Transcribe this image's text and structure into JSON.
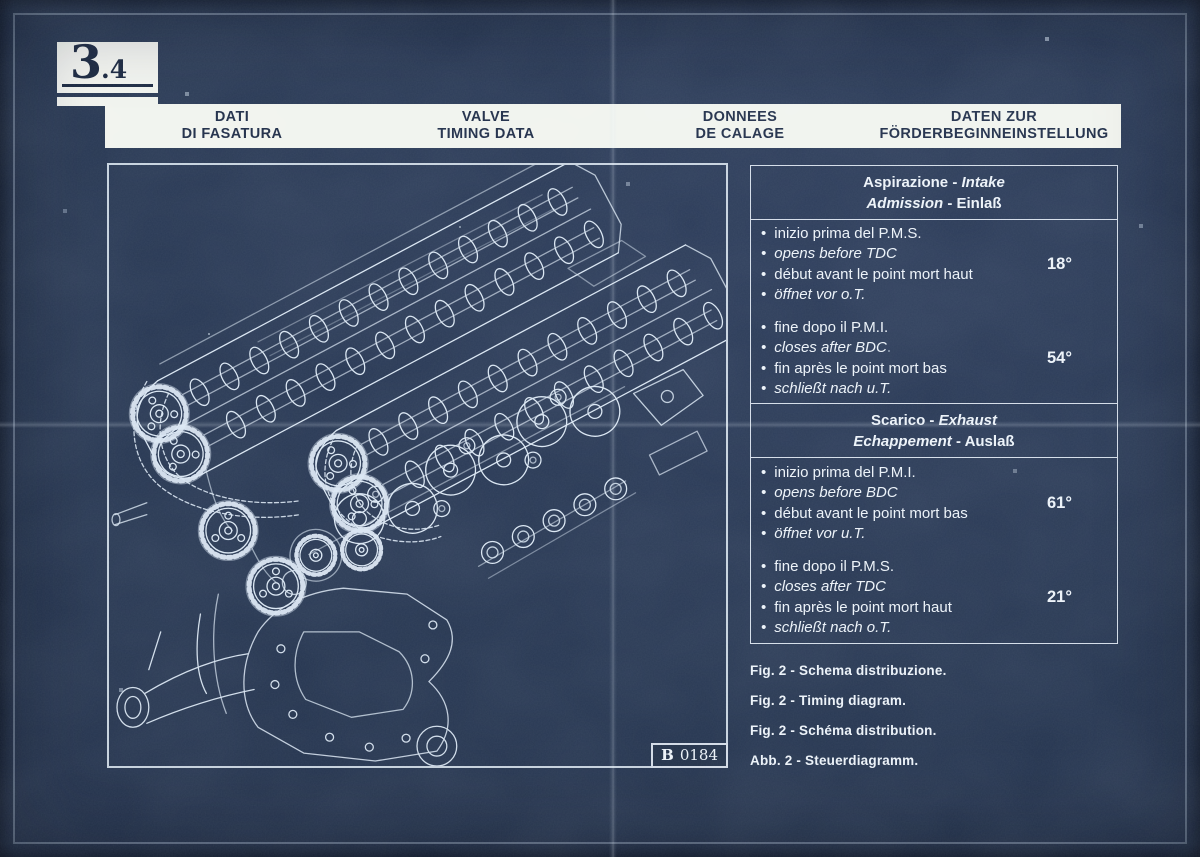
{
  "page_meta": {
    "section_number": "3",
    "section_suffix": ".4"
  },
  "glyphs": {
    "bullet": "•",
    "separator": " - "
  },
  "colors": {
    "paper": "#253550",
    "band_paper": "#f2f4ef",
    "ink": "#1c2a45",
    "line_art": "#dbe7f3",
    "text": "#edf3f9"
  },
  "header_band": {
    "columns": [
      {
        "line1": "DATI",
        "line2": "DI FASATURA"
      },
      {
        "line1": "VALVE",
        "line2": "TIMING DATA"
      },
      {
        "line1": "DONNEES",
        "line2": "DE CALAGE"
      },
      {
        "line1": "DATEN ZUR",
        "line2": "FÖRDERBEGINNEINSTELLUNG"
      }
    ]
  },
  "timing_table": {
    "sections": [
      {
        "name": "intake",
        "header_lines": [
          {
            "left": "Aspirazione",
            "right": "Intake"
          },
          {
            "left": "Admission",
            "right": "Einlaß"
          }
        ],
        "rows": [
          {
            "lines": [
              "inizio prima del P.M.S.",
              "opens before TDC",
              "début avant le point mort haut",
              "öffnet vor o.T."
            ],
            "value": "18°"
          },
          {
            "lines": [
              "fine dopo il P.M.I.",
              "closes after BDC",
              "fin après le point mort bas",
              "schließt nach u.T."
            ],
            "value": "54°"
          }
        ]
      },
      {
        "name": "exhaust",
        "header_lines": [
          {
            "left": "Scarico",
            "right": "Exhaust"
          },
          {
            "left": "Echappement",
            "right": "Auslaß"
          }
        ],
        "rows": [
          {
            "lines": [
              "inizio prima del P.M.I.",
              "opens before BDC",
              "début avant le point mort bas",
              "öffnet vor u.T."
            ],
            "value": "61°"
          },
          {
            "lines": [
              "fine dopo il P.M.S.",
              "closes after TDC",
              "fin après le point mort haut",
              "schließt nach o.T."
            ],
            "value": "21°"
          }
        ]
      }
    ]
  },
  "figure": {
    "ref_prefix": "B",
    "ref_number": "0184"
  },
  "captions": [
    "Fig. 2 - Schema distribuzione.",
    "Fig. 2 - Timing diagram.",
    "Fig. 2 - Schéma distribution.",
    "Abb. 2 - Steuerdiagramm."
  ]
}
